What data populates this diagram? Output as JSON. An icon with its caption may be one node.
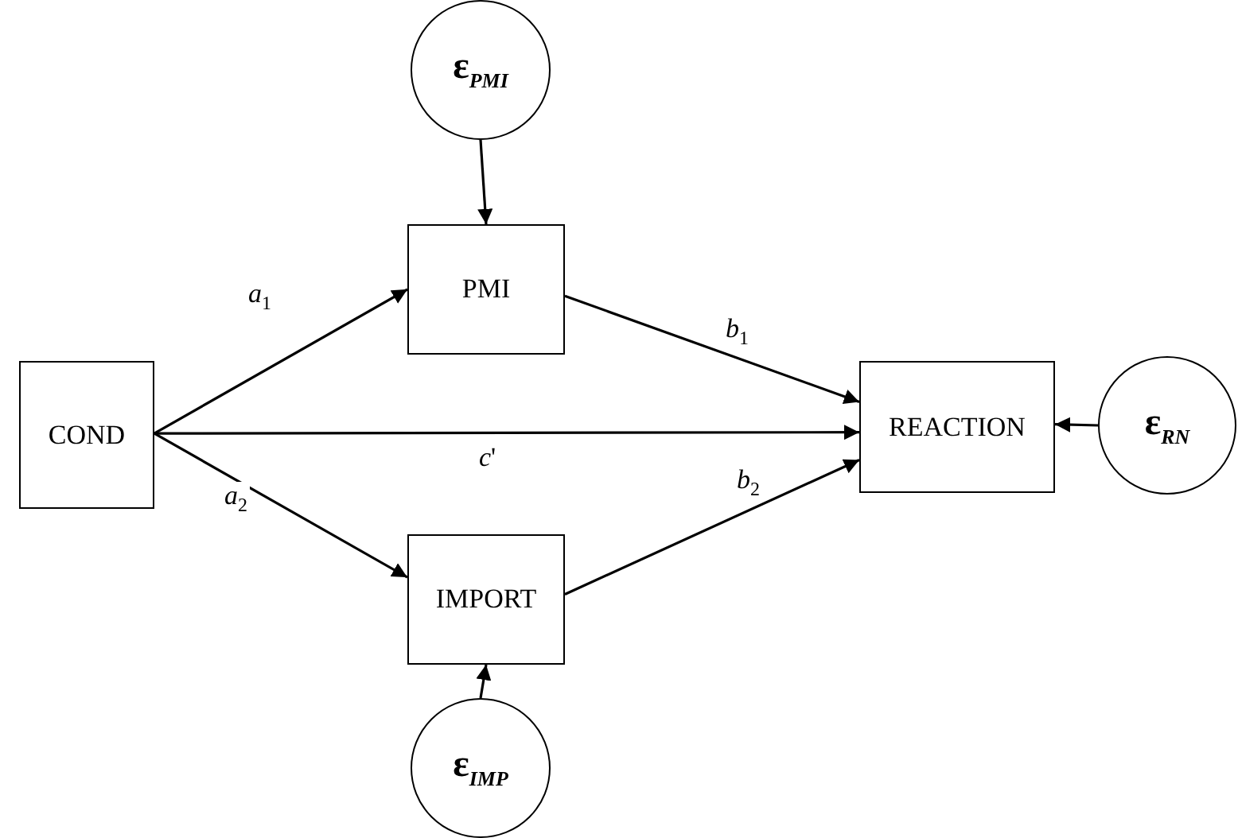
{
  "diagram": {
    "nodes": [
      {
        "text": [
          "ε$_{PMI}$"
        ]
      },
      {
        "text": [
          "PMI"
        ]
      },
      {
        "text": [
          "COND"
        ]
      },
      {
        "text": [
          "REACTION"
        ]
      },
      {
        "text": [
          "ε$_{RN}$"
        ]
      },
      {
        "text": [
          "IMPORT"
        ]
      },
      {
        "text": [
          "ε$_{IMP}$"
        ]
      }
    ],
    "edges": [
      {
        "from": 0,
        "to": 1,
        "arrow": "to"
      },
      {
        "from": 2,
        "to": 1,
        "arrow": "to",
        "label": "*a*$_{1}$"
      },
      {
        "from": 1,
        "to": 3,
        "arrow": "to",
        "label": "*b*$_{1}$"
      },
      {
        "from": 2,
        "to": 3,
        "arrow": "to",
        "label": "*c*'"
      },
      {
        "from": 2,
        "to": 5,
        "arrow": "to",
        "label": "*a*$_{2}$"
      },
      {
        "from": 5,
        "to": 3,
        "arrow": "to",
        "label": "*b*$_{2}$"
      },
      {
        "from": 4,
        "to": 3,
        "arrow": "to"
      },
      {
        "from": 6,
        "to": 5,
        "arrow": "to"
      }
    ]
  }
}
